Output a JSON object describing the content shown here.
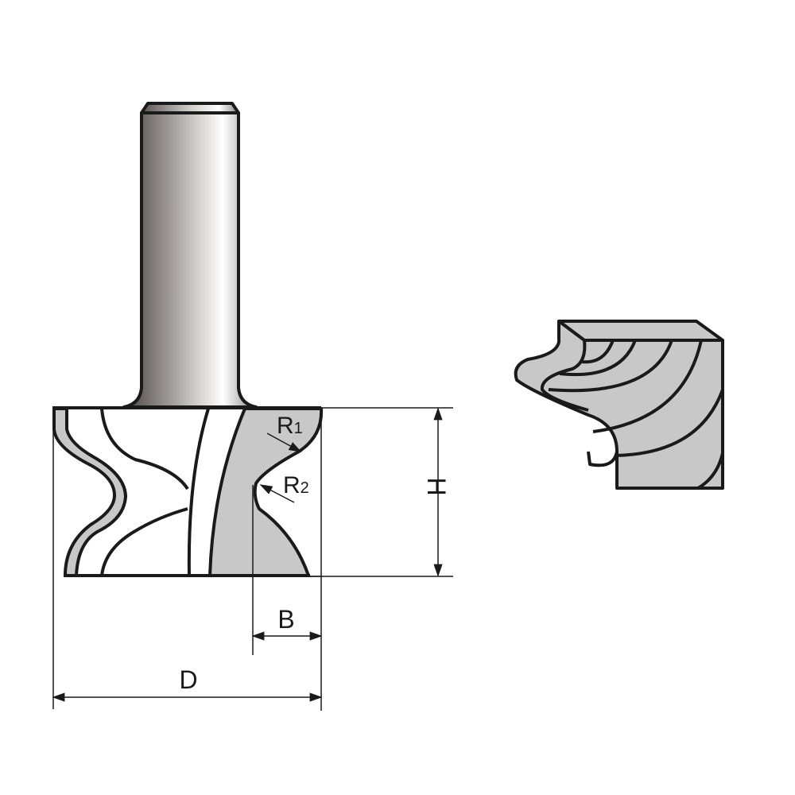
{
  "diagram": {
    "subject": "router bit with profiled cutter and resulting wood profile",
    "labels": {
      "r1": "R",
      "r1_sub": "1",
      "r2": "R",
      "r2_sub": "2",
      "height": "H",
      "b": "B",
      "diameter": "D"
    },
    "colors": {
      "outline": "#1a1a1a",
      "cutter_fill": "#c8c8c8",
      "wood_fill": "#c8c8c8",
      "shank_dark": "#4a4442",
      "shank_light": "#ffffff",
      "background": "#ffffff"
    }
  }
}
